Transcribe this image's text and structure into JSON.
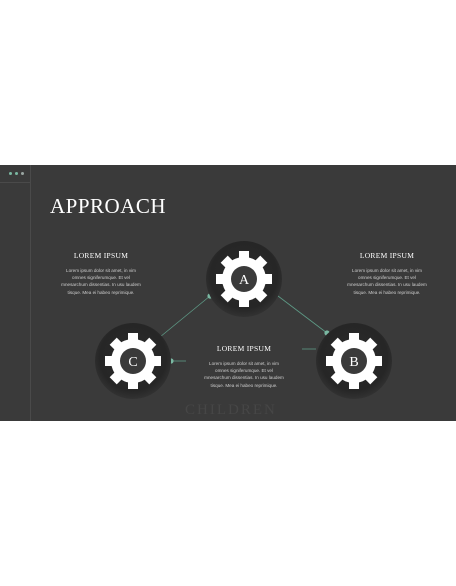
{
  "slide": {
    "title": "APPROACH",
    "faint_text": "CHILDREN",
    "accent_color": "#7ab8a2",
    "background_color": "#3a3a3a"
  },
  "gears": [
    {
      "letter": "A"
    },
    {
      "letter": "B"
    },
    {
      "letter": "C"
    }
  ],
  "blocks": [
    {
      "heading": "LOREM IPSUM",
      "lines": [
        "Lorem ipsum dolor sit amet, in vim",
        "omnes signiferumque. Et vel",
        "mnesarchum dissentias. In usu laudem",
        "tisque. Mea ei habeo reprimique."
      ]
    },
    {
      "heading": "LOREM IPSUM",
      "lines": [
        "Lorem ipsum dolor sit amet, in vim",
        "omnes signiferumque. Et vel",
        "mnesarchum dissentias. In usu laudem",
        "tisque. Mea ei habeo reprimique."
      ]
    },
    {
      "heading": "LOREM IPSUM",
      "lines": [
        "Lorem ipsum dolor sit amet, in vim",
        "omnes signiferumque. Et vel",
        "mnesarchum dissentias. In usu laudem",
        "tisque. Mea ei habeo reprimique."
      ]
    }
  ]
}
